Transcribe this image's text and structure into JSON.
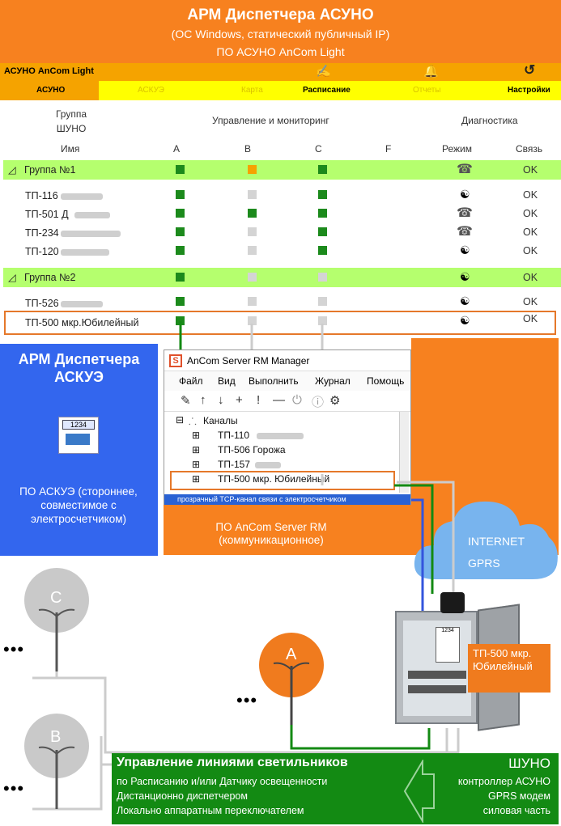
{
  "header": {
    "title": "АРМ Диспетчера АСУНО",
    "subtitle": "(ОС Windows, статический публичный IP)",
    "software": "ПО АСУНО AnCom Light"
  },
  "appbar": {
    "name": "АСУНО AnCom Light"
  },
  "tabs": [
    {
      "label": "АСУНО"
    },
    {
      "label": "АСКУЭ"
    },
    {
      "label": "Карта"
    },
    {
      "label": "Расписание"
    },
    {
      "label": "Отчеты"
    },
    {
      "label": "Настройки"
    }
  ],
  "table": {
    "col_group": "Группа\nШУНО",
    "col_control": "Управление и мониторинг",
    "col_diag": "Диагностика",
    "col_name": "Имя",
    "col_a": "A",
    "col_b": "B",
    "col_c": "C",
    "col_f": "F",
    "col_mode": "Режим",
    "col_link": "Связь",
    "groups": [
      {
        "name": "Группа №1",
        "status": "OK"
      },
      {
        "name": "Группа №2",
        "status": "OK"
      }
    ],
    "rows": [
      {
        "name": "ТП-116",
        "status": "OK"
      },
      {
        "name": "ТП-501 Д",
        "status": "OK"
      },
      {
        "name": "ТП-234",
        "status": "OK"
      },
      {
        "name": "ТП-120",
        "status": "OK"
      },
      {
        "name": "ТП-526",
        "status": "OK"
      },
      {
        "name": "ТП-500 мкр.Юбилейный",
        "status": "OK"
      }
    ]
  },
  "askue": {
    "title": "АРМ Диспетчера АСКУЭ",
    "meter_display": "1234",
    "desc": "ПО АСКУЭ (стороннее, совместимое с электросчетчиком)"
  },
  "server_window": {
    "title": "AnCom Server RM Manager",
    "menu": [
      "Файл",
      "Вид",
      "Выполнить",
      "Журнал",
      "Помощь"
    ],
    "tree_root": "Каналы",
    "channels": [
      "ТП-110",
      "ТП-506 Горожа",
      "ТП-157",
      "ТП-500 мкр. Юбилейный"
    ],
    "status_bar": "прозрачный TCP-канал связи с электросчетчиком"
  },
  "server_sw": "ПО AnCom Server RM (коммуникационное)",
  "cloud": {
    "line1": "INTERNET",
    "line2": "GPRS"
  },
  "cabinet": {
    "meter_display": "1234",
    "label": "ТП-500 мкр. Юбилейный"
  },
  "lamps": [
    {
      "label": "C"
    },
    {
      "label": "B"
    },
    {
      "label": "A"
    }
  ],
  "ellipsis": "•••",
  "shuno": {
    "title": "Управление линиями светильников",
    "items": [
      "по Расписанию и/или Датчику освещенности",
      "Дистанционно диспетчером",
      "Локально аппаратным переключателем"
    ],
    "right_title": "ШУНО",
    "right_items": [
      "контроллер АСУНО",
      "GPRS модем",
      "силовая часть"
    ]
  },
  "colors": {
    "orange": "#f7811f",
    "green": "#1c8a1c",
    "blue": "#3366ee",
    "yellow": "#ffff00",
    "light_green": "#b5ff6e"
  }
}
